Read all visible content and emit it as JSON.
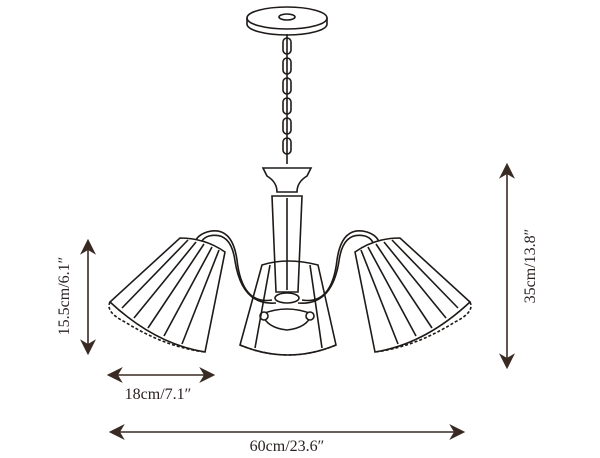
{
  "dimensions": {
    "shade_height": "15.5cm/6.1″",
    "shade_width": "18cm/7.1″",
    "total_width": "60cm/23.6″",
    "total_height": "35cm/13.8″"
  },
  "colors": {
    "line": "#1e1a18",
    "arrow": "#3a2a24"
  }
}
